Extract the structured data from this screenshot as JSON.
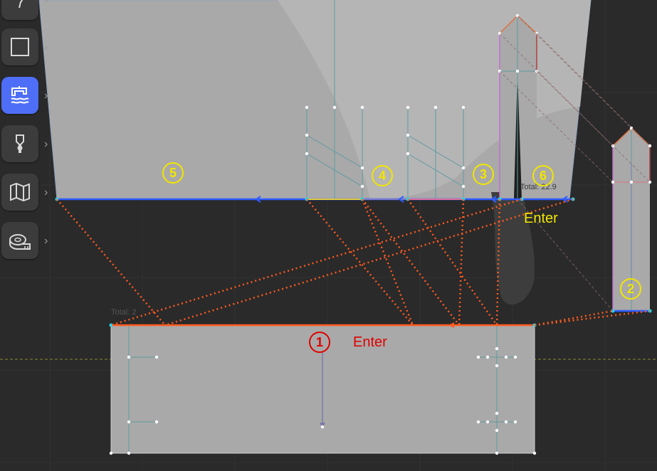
{
  "toolbar": {
    "tools": [
      {
        "name": "curve-tool",
        "active": false
      },
      {
        "name": "rectangle-tool",
        "active": false
      },
      {
        "name": "sewing-tool",
        "active": true
      },
      {
        "name": "zipper-tool",
        "active": false
      },
      {
        "name": "map-tool",
        "active": false
      },
      {
        "name": "measure-tape-tool",
        "active": false
      }
    ]
  },
  "annotations": {
    "marker_1": "1",
    "marker_2": "2",
    "marker_3": "3",
    "marker_4": "4",
    "marker_5": "5",
    "marker_6": "6",
    "enter_red": "Enter",
    "enter_yellow": "Enter"
  },
  "readouts": {
    "total_top": "Total: 22.9",
    "total_bottom": "Total: 2"
  },
  "colors": {
    "pattern_fill": "#a8a8a8",
    "seam_orange": "#ff5a1f",
    "seam_blue": "#2f5cff",
    "active_tool": "#4f6ef7",
    "marker_yellow": "#f2e600",
    "marker_red": "#e00000"
  }
}
